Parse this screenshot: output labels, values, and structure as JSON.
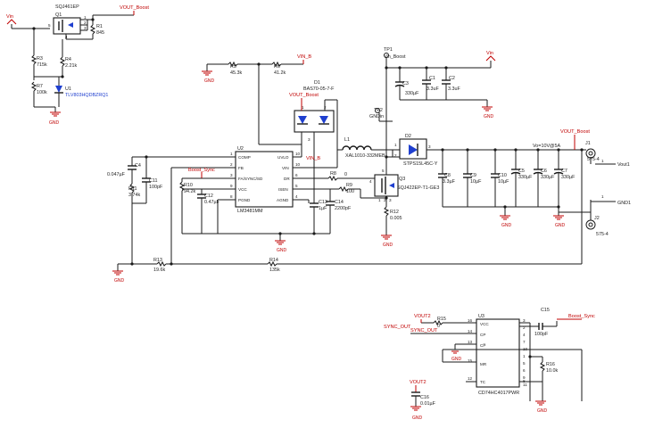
{
  "nets": {
    "vin": "Vin",
    "vout_boost": "VOUT_Boost",
    "vin_b": "VIN_B",
    "vout2": "VOUT2",
    "sync_out": "SYNC_OUT",
    "boost_sync": "Boost_Sync",
    "vo_label": "Vo=10V@5A",
    "vout1": "Vout1",
    "gnd1": "GND1",
    "gnd": "GND",
    "gndin": "GNDin"
  },
  "parts": {
    "q1_ref": "Q1",
    "q1_val": "SQJ461EP",
    "r1_ref": "R1",
    "r1_val": "845",
    "r3_ref": "R3",
    "r3_val": "715k",
    "r4_ref": "R4",
    "r4_val": "2.21k",
    "r7_ref": "R7",
    "r7_val": "100k",
    "u1_ref": "U1",
    "u1_val": "TLV803HQDBZRQ1",
    "r5_ref": "R5",
    "r5_val": "45.3k",
    "r6_ref": "R6",
    "r6_val": "41.2k",
    "d1_ref": "D1",
    "d1_val": "BAS70-05-7-F",
    "tp1_ref": "TP1",
    "tp1_val": "Vin_Boost",
    "c3_ref": "C3",
    "c3_val": "330µF",
    "c1_ref": "C1",
    "c1_val": "3.3uF",
    "c2_ref": "C2",
    "c2_val": "3.3uF",
    "tp2_ref": "TP2",
    "l1_ref": "L1",
    "l1_val": "XAL1010-332MEB",
    "d2_ref": "D2",
    "d2_val": "STPS15L45C-Y",
    "u2_ref": "U2",
    "u2_val": "LM3481MM",
    "c4_ref": "C4",
    "c4_val": "0.047µF",
    "c11_ref": "C11",
    "c11_val": "100pF",
    "r11_ref": "R11",
    "r11_val": "3.74k",
    "r10_ref": "R10",
    "r10_val": "94.2k",
    "c12_ref": "C12",
    "c12_val": "0.47µF",
    "r8_ref": "R8",
    "r8_val": "0",
    "r9_ref": "R9",
    "r9_val": "100",
    "c13_ref": "C13",
    "c13_val": "1µF",
    "c14_ref": "C14",
    "c14_val": "2200pF",
    "q3_ref": "Q3",
    "q3_val": "SQJ422EP-T1-GE3",
    "r12_ref": "R12",
    "r12_val": "0.005",
    "c8_ref": "C8",
    "c8_val": "3.3µF",
    "c9_ref": "C9",
    "c9_val": "10µF",
    "c10_ref": "C10",
    "c10_val": "10µF",
    "c5_ref": "C5",
    "c5_val": "330µF",
    "c6_ref": "C6",
    "c6_val": "330µF",
    "c7_ref": "C7",
    "c7_val": "330µF",
    "j1_ref": "J1",
    "j1_val": "575-4",
    "j2_ref": "J2",
    "j2_val": "575-4",
    "r13_ref": "R13",
    "r13_val": "19.6k",
    "r14_ref": "R14",
    "r14_val": "135k",
    "u3_ref": "U3",
    "u3_val": "CD74HC4017PWR",
    "r15_ref": "R15",
    "r15_val": "0",
    "c15_ref": "C15",
    "c15_val": "100pF",
    "r16_ref": "R16",
    "r16_val": "10.0k",
    "c16_ref": "C16",
    "c16_val": "0.01µF"
  },
  "u2_pins": {
    "comp": "COMP",
    "fb": "FB",
    "fasync": "FA/SYNC/SD",
    "vcc": "VCC",
    "pgnd": "PGND",
    "uvlo": "UVLO",
    "vin": "VIN",
    "dr": "DR",
    "isen": "ISEN",
    "agnd": "AGND",
    "n1": "1",
    "n2": "2",
    "n3": "3",
    "n4": "4",
    "n5": "5",
    "n6": "6",
    "n7": "7",
    "n8": "8",
    "n9": "9",
    "n10": "10"
  },
  "u3_pins": {
    "vcc": "VCC",
    "cp": "CP",
    "cpb": "CP̅",
    "mr": "MR",
    "tc": "TC",
    "n16": "16",
    "n14": "14",
    "n13": "13",
    "n15": "15",
    "n12": "12",
    "n3": "3",
    "n2": "2",
    "n4": "4",
    "n7": "7",
    "n10": "10",
    "n1": "1",
    "n5": "5",
    "n6": "6",
    "n9": "9",
    "n11": "11",
    "n8": "8"
  },
  "pin_nums": {
    "q1_5": "5",
    "q1_4": "4",
    "q1_1": "1",
    "q1_2": "2",
    "q1_3": "3",
    "d1_1": "1",
    "d1_2": "2",
    "d1_3": "3",
    "d2_1": "1",
    "d2_2": "2",
    "d2_3": "3",
    "q3_4": "4",
    "q3_5": "5",
    "q3_1": "1",
    "q3_2": "2",
    "q3_3": "3",
    "j1_1": "1",
    "j2_1": "1"
  }
}
